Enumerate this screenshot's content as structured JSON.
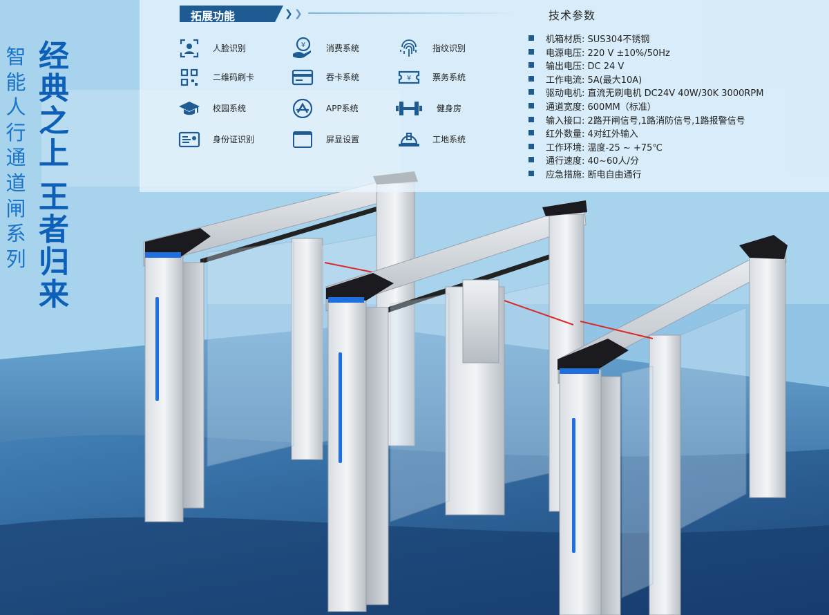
{
  "side_title": [
    "智",
    "能",
    "人",
    "行",
    "通",
    "道",
    "闸",
    "系",
    "列"
  ],
  "hero_title": {
    "line1": [
      "经",
      "典",
      "之",
      "上"
    ],
    "line2": [
      "王",
      "者",
      "归",
      "来"
    ]
  },
  "features": {
    "header": "拓展功能",
    "items": [
      {
        "label": "人脸识别",
        "icon": "face-scan-icon"
      },
      {
        "label": "消费系统",
        "icon": "payment-icon"
      },
      {
        "label": "指纹识别",
        "icon": "fingerprint-icon"
      },
      {
        "label": "二维码刷卡",
        "icon": "qr-code-icon"
      },
      {
        "label": "吞卡系统",
        "icon": "card-swallow-icon"
      },
      {
        "label": "票务系统",
        "icon": "ticket-icon"
      },
      {
        "label": "校园系统",
        "icon": "graduation-cap-icon"
      },
      {
        "label": "APP系统",
        "icon": "app-icon"
      },
      {
        "label": "健身房",
        "icon": "dumbbell-icon"
      },
      {
        "label": "身份证识别",
        "icon": "id-card-icon"
      },
      {
        "label": "屏显设置",
        "icon": "screen-icon"
      },
      {
        "label": "工地系统",
        "icon": "hard-hat-icon"
      }
    ]
  },
  "specs": {
    "header": "技术参数",
    "items": [
      "机箱材质: SUS304不锈钢",
      "电源电压: 220 V ±10%/50Hz",
      "输出电压: DC 24 V",
      "工作电流: 5A(最大10A)",
      "驱动电机: 直流无刷电机 DC24V 40W/30K 3000RPM",
      "通道宽度:  600MM（标准）",
      "输入接口: 2路开闸信号,1路消防信号,1路报警信号",
      "红外数量: 4对红外输入",
      "工作环境: 温度-25 ~ +75℃",
      "通行速度: 40~60人/分",
      "应急措施: 断电自由通行"
    ]
  },
  "colors": {
    "accent": "#1f5b93",
    "hero": "#0d5fb8",
    "side": "#1b74c5"
  }
}
